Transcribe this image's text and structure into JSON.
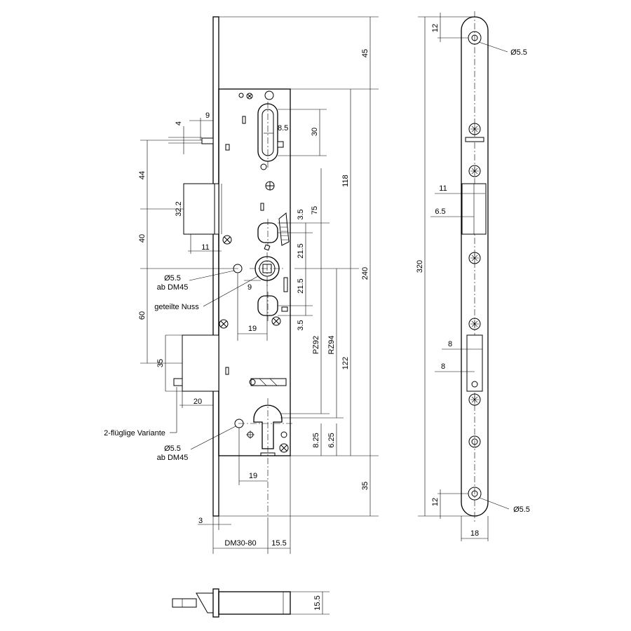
{
  "dimensions": {
    "d9_top": "9",
    "d4": "4",
    "d8_5": "8.5",
    "d30": "30",
    "d44": "44",
    "d32_2": "32.2",
    "d40": "40",
    "d11_left": "11",
    "d3_5_upper": "3.5",
    "d75": "75",
    "d118": "118",
    "d21_5_upper": "21.5",
    "d240": "240",
    "d9_mid": "9",
    "d21_5_lower": "21.5",
    "d60": "60",
    "d19_mid": "19",
    "d3_5_lower": "3.5",
    "pz92": "PZ92",
    "rz94": "RZ94",
    "d35_left": "35",
    "d122": "122",
    "d20": "20",
    "d8_25": "8.25",
    "d6_25": "6.25",
    "d19_bottom": "19",
    "d35_right": "35",
    "d45": "45",
    "d3": "3",
    "dm30_80": "DM30-80",
    "d15_5": "15.5",
    "d15_5_side": "15.5",
    "d12_top": "12",
    "d5_5_top": "Ø5.5",
    "d11_right": "11",
    "d6_5": "6.5",
    "d320": "320",
    "d8_a": "8",
    "d8_b": "8",
    "d12_bottom": "12",
    "d5_5_bottom": "Ø5.5",
    "d18": "18"
  },
  "labels": {
    "hole_upper_1": "Ø5.5",
    "hole_upper_2": "ab DM45",
    "split_hub": "geteilte Nuss",
    "two_leaf": "2-flüglige Variante",
    "hole_lower_1": "Ø5.5",
    "hole_lower_2": "ab DM45"
  }
}
